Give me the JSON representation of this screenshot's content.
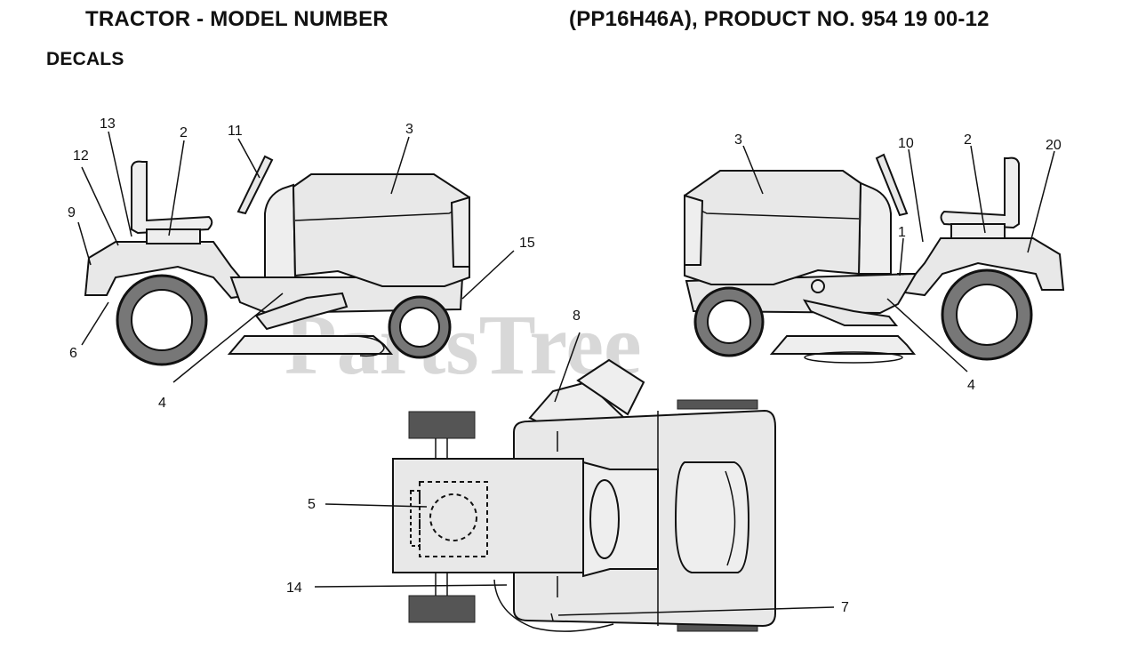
{
  "header": {
    "title_left": "TRACTOR - MODEL NUMBER",
    "title_right": "(PP16H46A), PRODUCT NO. 954 19 00-12",
    "subtitle": "DECALS"
  },
  "watermark": "PartsTree",
  "callouts": {
    "left_view": [
      "13",
      "2",
      "11",
      "3",
      "12",
      "9",
      "15",
      "6",
      "4"
    ],
    "right_view": [
      "3",
      "10",
      "2",
      "20",
      "1",
      "4"
    ],
    "top_view": [
      "8",
      "5",
      "14",
      "7"
    ]
  },
  "colors": {
    "ink": "#111111",
    "panel": "#e8e8e8",
    "tire": "#777777",
    "watermark": "#cfcfcf"
  }
}
